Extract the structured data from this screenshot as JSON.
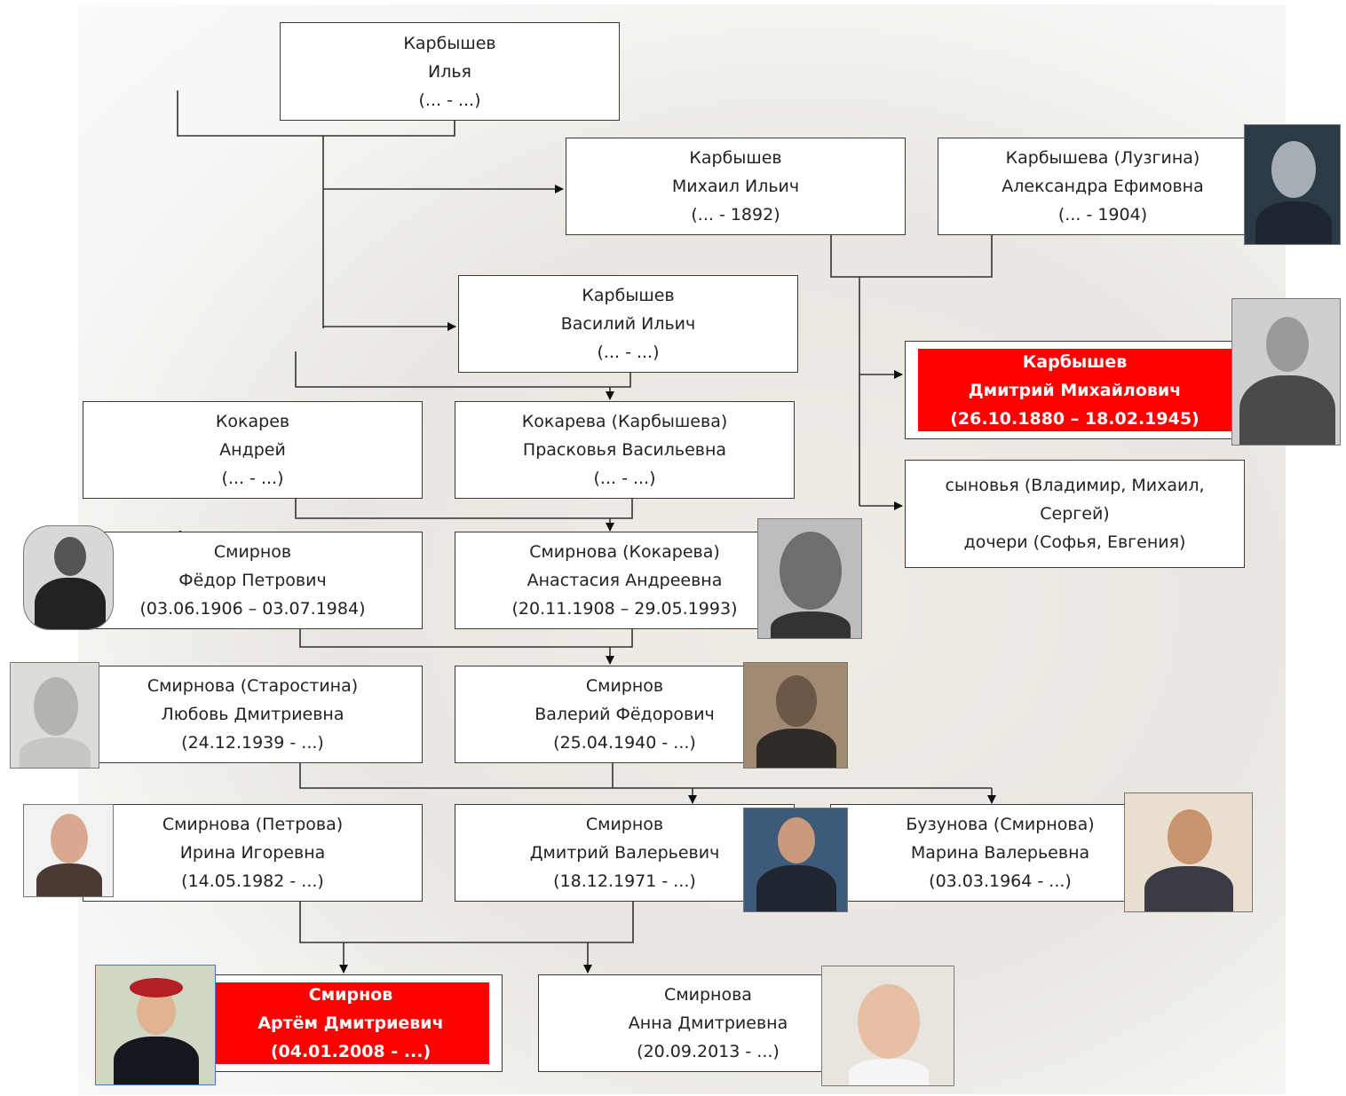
{
  "people": {
    "ilya": {
      "l1": "Карбышев",
      "l2": "Илья",
      "l3": "(... - ...)"
    },
    "mikhail": {
      "l1": "Карбышев",
      "l2": "Михаил Ильич",
      "l3": "(... - 1892)"
    },
    "alexandra": {
      "l1": "Карбышева (Лузгина)",
      "l2": "Александра Ефимовна",
      "l3": "(... - 1904)"
    },
    "vasily": {
      "l1": "Карбышев",
      "l2": "Василий Ильич",
      "l3": "(... - ...)"
    },
    "dmitry_k": {
      "l1": "Карбышев",
      "l2": "Дмитрий Михайлович",
      "l3": "(26.10.1880 – 18.02.1945)"
    },
    "sons": {
      "l1": "сыновья (Владимир, Михаил,",
      "l2": "Сергей)",
      "l3": "дочери (Софья, Евгения)"
    },
    "andrey": {
      "l1": "Кокарев",
      "l2": "Андрей",
      "l3": "(... - ...)"
    },
    "praskovya": {
      "l1": "Кокарева (Карбышева)",
      "l2": "Прасковья Васильевна",
      "l3": "(... - ...)"
    },
    "fedor": {
      "l1": "Смирнов",
      "l2": "Фёдор Петрович",
      "l3": "(03.06.1906 – 03.07.1984)"
    },
    "anastasia": {
      "l1": "Смирнова (Кокарева)",
      "l2": "Анастасия Андреевна",
      "l3": "(20.11.1908 – 29.05.1993)"
    },
    "lyubov": {
      "l1": "Смирнова (Старостина)",
      "l2": "Любовь Дмитриевна",
      "l3": "(24.12.1939 - ...)"
    },
    "valery": {
      "l1": "Смирнов",
      "l2": "Валерий Фёдорович",
      "l3": "(25.04.1940 - ...)"
    },
    "irina": {
      "l1": "Смирнова (Петрова)",
      "l2": "Ирина Игоревна",
      "l3": "(14.05.1982 - ...)"
    },
    "dmitry_s": {
      "l1": "Смирнов",
      "l2": "Дмитрий Валерьевич",
      "l3": "(18.12.1971 - ...)"
    },
    "marina": {
      "l1": "Бузунова (Смирнова)",
      "l2": "Марина Валерьевна",
      "l3": "(03.03.1964 - ...)"
    },
    "artem": {
      "l1": "Смирнов",
      "l2": "Артём Дмитриевич",
      "l3": "(04.01.2008 - ...)"
    },
    "anna": {
      "l1": "Смирнова",
      "l2": "Анна Дмитриевна",
      "l3": "(20.09.2013 - ...)"
    }
  },
  "colors": {
    "highlight": "#fe0000",
    "line": "#3a3a3a",
    "box_border": "#3a3a3a"
  }
}
